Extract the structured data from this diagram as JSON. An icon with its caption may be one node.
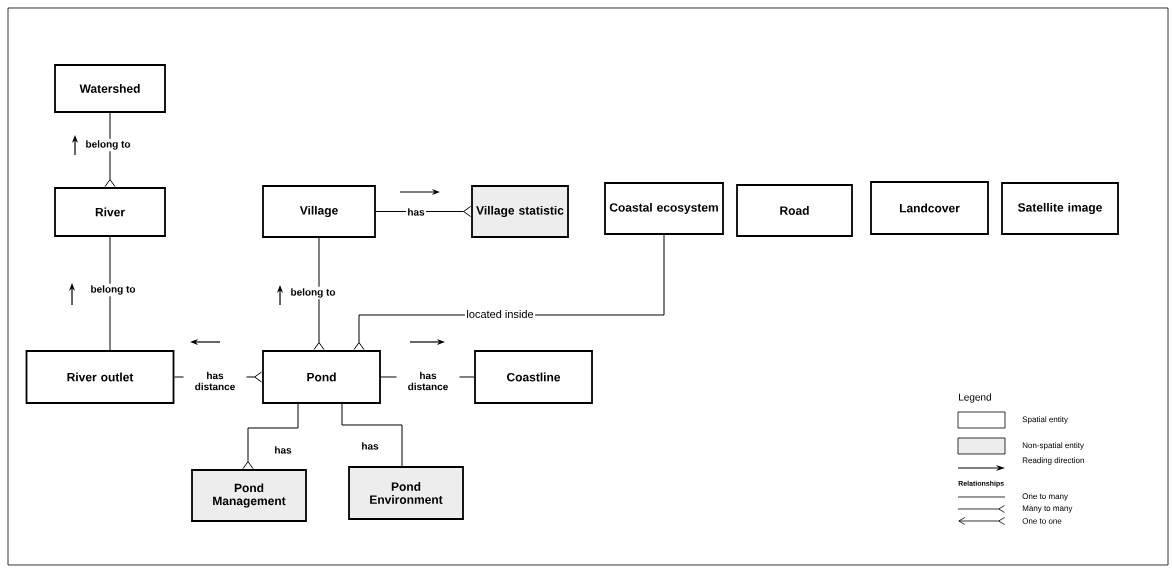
{
  "diagram": {
    "nodes": [
      {
        "text": [
          "Watershed"
        ]
      },
      {
        "text": [
          "River"
        ]
      },
      {
        "text": [
          "Village"
        ]
      },
      {
        "text": [
          "Village statistic"
        ]
      },
      {
        "text": [
          "Coastal ecosystem"
        ]
      },
      {
        "text": [
          "Road"
        ]
      },
      {
        "text": [
          "Landcover"
        ]
      },
      {
        "text": [
          "Satellite image"
        ]
      },
      {
        "text": [
          "River outlet"
        ]
      },
      {
        "text": [
          "Pond"
        ]
      },
      {
        "text": [
          "Coastline"
        ]
      },
      {
        "text": [
          "Pond Management"
        ]
      },
      {
        "text": [
          "Pond Environment"
        ]
      }
    ],
    "edges": [
      {
        "from": 0,
        "to": 1,
        "arrow": "other",
        "label": "belong to"
      },
      {
        "from": 1,
        "to": 8,
        "arrow": "none",
        "label": "belong to"
      },
      {
        "from": 2,
        "to": 9,
        "arrow": "other",
        "label": "belong to"
      },
      {
        "from": 2,
        "to": 3,
        "arrow": "other",
        "label": "has"
      },
      {
        "from": 4,
        "to": 9,
        "arrow": "other",
        "label": "located inside"
      },
      {
        "from": 8,
        "to": 9,
        "arrow": "other",
        "label": "has distance"
      },
      {
        "from": 9,
        "to": 10,
        "arrow": "none",
        "label": "has distance"
      },
      {
        "from": 9,
        "to": 11,
        "arrow": "other",
        "label": "has"
      },
      {
        "from": 9,
        "to": 12,
        "arrow": "none",
        "label": "has"
      }
    ],
    "labels": [
      "Legend",
      "Relationships"
    ],
    "legend": [
      {
        "text": "Spatial entity"
      },
      {
        "text": "Non-spatial entity"
      },
      {
        "text": "Reading direction"
      },
      {
        "text": "One to many"
      },
      {
        "text": "Many to many"
      },
      {
        "text": "One to one"
      }
    ]
  }
}
